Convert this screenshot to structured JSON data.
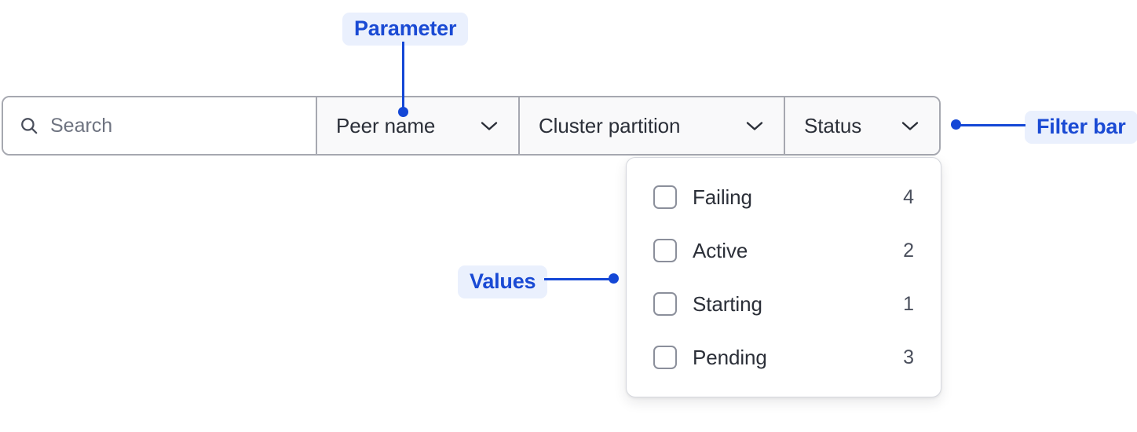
{
  "filter_bar": {
    "search": {
      "icon": "search-icon",
      "placeholder": "Search",
      "value": ""
    },
    "dropdowns": [
      {
        "label": "Peer name",
        "icon": "chevron-down-icon"
      },
      {
        "label": "Cluster partition",
        "icon": "chevron-down-icon"
      },
      {
        "label": "Status",
        "icon": "chevron-down-icon"
      }
    ]
  },
  "status_dropdown": {
    "open": true,
    "options": [
      {
        "label": "Failing",
        "count": "4",
        "checked": false
      },
      {
        "label": "Active",
        "count": "2",
        "checked": false
      },
      {
        "label": "Starting",
        "count": "1",
        "checked": false
      },
      {
        "label": "Pending",
        "count": "3",
        "checked": false
      }
    ]
  },
  "annotations": [
    {
      "label": "Parameter",
      "target": "peer-name-dropdown"
    },
    {
      "label": "Filter bar",
      "target": "filter-bar"
    },
    {
      "label": "Values",
      "target": "status-dropdown-panel"
    }
  ],
  "colors": {
    "annotation_text": "#1447d6",
    "annotation_bg": "#eaf0fd",
    "bar_border": "#a6a8b0",
    "cell_bg": "#f9f9fa",
    "search_bg": "#ffffff",
    "text_primary": "#2b2f38",
    "text_muted": "#6e7380",
    "panel_border": "#d6d8de",
    "checkbox_border": "#8b8f9b"
  }
}
